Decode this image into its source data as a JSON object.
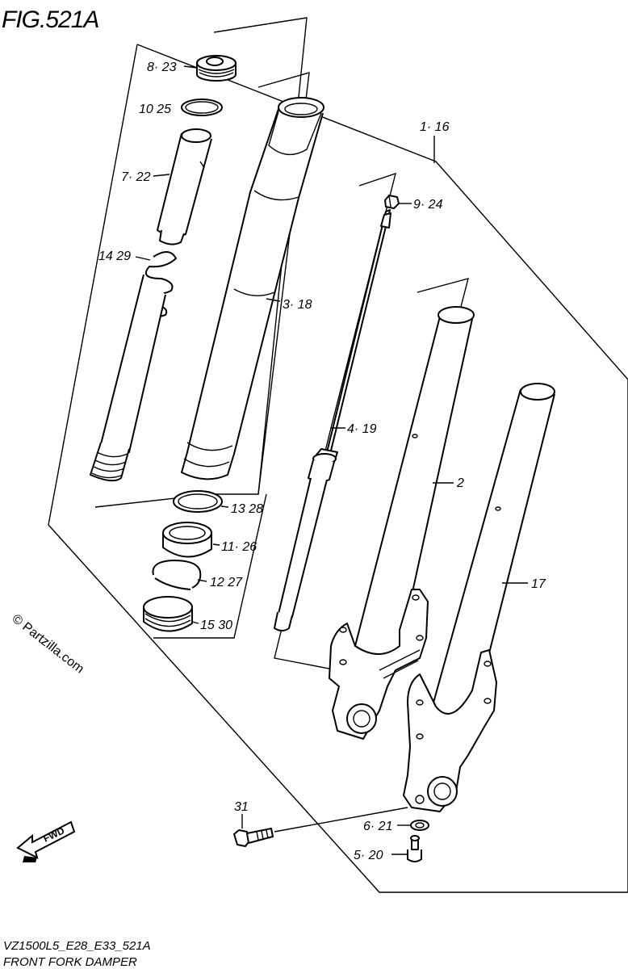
{
  "figure": {
    "title": "FIG.521A",
    "model_code": "VZ1500L5_E28_E33_521A",
    "caption": "FRONT FORK DAMPER",
    "watermark": "© Partzilla.com",
    "direction_label": "FWD"
  },
  "callouts": [
    {
      "id": "c-8-23",
      "text": "8· 23"
    },
    {
      "id": "c-10-25",
      "text": "10 25"
    },
    {
      "id": "c-7-22",
      "text": "7· 22"
    },
    {
      "id": "c-14-29",
      "text": "14 29"
    },
    {
      "id": "c-1-16",
      "text": "1· 16"
    },
    {
      "id": "c-9-24",
      "text": "9· 24"
    },
    {
      "id": "c-3-18",
      "text": "3· 18"
    },
    {
      "id": "c-4-19",
      "text": "4· 19"
    },
    {
      "id": "c-2",
      "text": "2"
    },
    {
      "id": "c-13-28",
      "text": "13 28"
    },
    {
      "id": "c-11-26",
      "text": "11· 26"
    },
    {
      "id": "c-12-27",
      "text": "12 27"
    },
    {
      "id": "c-15-30",
      "text": "15 30"
    },
    {
      "id": "c-17",
      "text": "17"
    },
    {
      "id": "c-31",
      "text": "31"
    },
    {
      "id": "c-6-21",
      "text": "6· 21"
    },
    {
      "id": "c-5-20",
      "text": "5· 20"
    }
  ]
}
